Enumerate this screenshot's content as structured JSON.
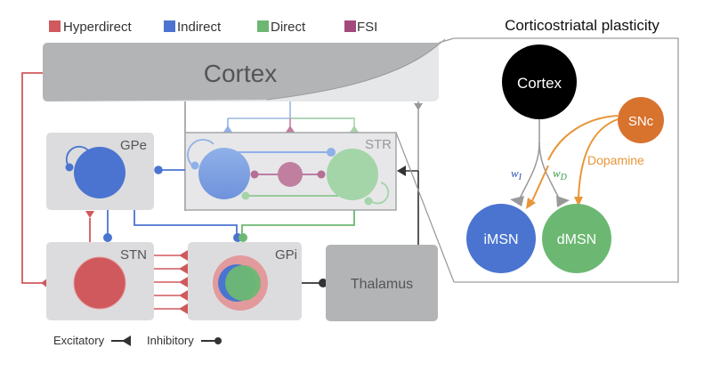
{
  "legend": {
    "items": [
      {
        "label": "Hyperdirect",
        "color": "#d0595d"
      },
      {
        "label": "Indirect",
        "color": "#4a74d0"
      },
      {
        "label": "Direct",
        "color": "#6cb872"
      },
      {
        "label": "FSI",
        "color": "#a24a7c"
      }
    ]
  },
  "regions": {
    "cortex": "Cortex",
    "gpe": "GPe",
    "str": "STR",
    "stn": "STN",
    "gpi": "GPi",
    "thalamus": "Thalamus"
  },
  "synapse_legend": {
    "excitatory": "Excitatory",
    "inhibitory": "Inhibitory"
  },
  "inset": {
    "title": "Corticostriatal plasticity",
    "cortex": "Cortex",
    "snc": "SNc",
    "dopamine": "Dopamine",
    "imsn": "iMSN",
    "dmsn": "dMSN",
    "w_i": "w",
    "w_i_sub": "I",
    "w_d": "w",
    "w_d_sub": "D"
  },
  "colors": {
    "hyperdirect": "#d0595d",
    "indirect": "#4a74d0",
    "direct": "#6cb872",
    "fsi": "#a24a7c",
    "dopamine": "#e8963a",
    "snc": "#d8732e"
  }
}
